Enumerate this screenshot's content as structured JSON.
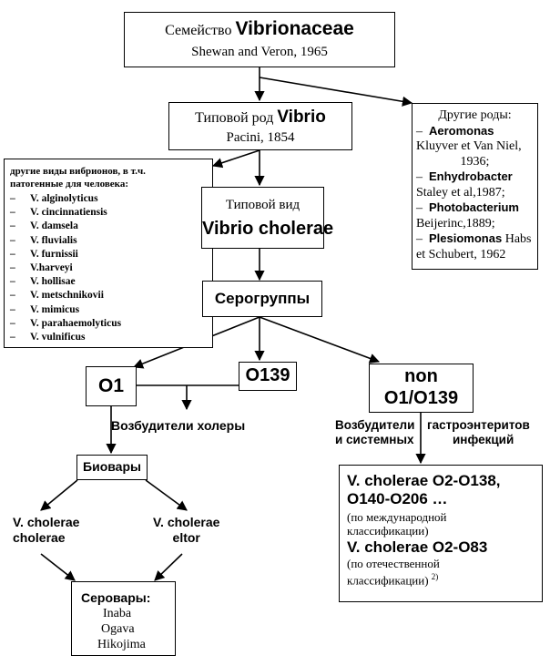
{
  "family": {
    "label": "Семейство",
    "name": "Vibrionaceae",
    "author": "Shewan and Veron, 1965"
  },
  "genus": {
    "label": "Типовой род",
    "name": "Vibrio",
    "author": "Pacini, 1854"
  },
  "other_genera": {
    "title": "Другие роды:",
    "items": [
      {
        "dash": "–",
        "name": "Aeromonas",
        "author_1": "Kluyver et Van Niel,",
        "author_2": "1936;"
      },
      {
        "dash": "–",
        "name": "Enhydrobacter",
        "author_1": "Staley et al,1987;"
      },
      {
        "dash": "–",
        "name": "Photobacterium",
        "author_1": "Beijerinc,1889;"
      },
      {
        "dash": "–",
        "name": "Plesiomonas",
        "name_tail": "Habs",
        "author_1": "et Schubert, 1962"
      }
    ]
  },
  "other_species": {
    "title_1": "другие виды вибрионов, в т.ч.",
    "title_2": "патогенные для человека:",
    "items": [
      {
        "dash": "–",
        "name": "V. alginolyticus"
      },
      {
        "dash": "–",
        "name": "V. cincinnatiensis"
      },
      {
        "dash": "–",
        "name": "V. damsela"
      },
      {
        "dash": "–",
        "name": "V. fluvialis"
      },
      {
        "dash": "–",
        "name": "V. furnissii"
      },
      {
        "dash": "–",
        "name": "V.harveyi"
      },
      {
        "dash": "–",
        "name": "V. hollisae"
      },
      {
        "dash": "–",
        "name": "V. metschnikovii"
      },
      {
        "dash": "–",
        "name": "V. mimicus"
      },
      {
        "dash": "–",
        "name": "V. parahaemolyticus"
      },
      {
        "dash": "–",
        "name": "V. vulnificus"
      }
    ]
  },
  "type_species": {
    "label": "Типовой вид",
    "name": "Vibrio cholerae"
  },
  "serogroups": {
    "label": "Серогруппы"
  },
  "o1": {
    "label": "O1"
  },
  "o139": {
    "label": "O139"
  },
  "non": {
    "line_1": "non",
    "line_2": "O1/O139"
  },
  "cholera_agents": {
    "label": "Возбудители холеры"
  },
  "gastro": {
    "left_1": "Возбудители",
    "left_2": "и системных",
    "right_1": "гастроэнтеритов",
    "right_2": "инфекций"
  },
  "biovars": {
    "label": "Биовары"
  },
  "biovar_cholerae": {
    "line_1": "V. cholerae",
    "line_2": "cholerae"
  },
  "biovar_eltor": {
    "line_1": "V. cholerae",
    "line_2": "eltor"
  },
  "serovars": {
    "title": "Серовары:",
    "items": [
      "Inaba",
      "Ogava",
      "Hikojima"
    ]
  },
  "non_box": {
    "line_1": "V. cholerae O2-O138,",
    "line_2": "O140-O206 …",
    "note_1": "(по международной",
    "note_2": "классификации)",
    "line_3": "V. cholerae O2-O83",
    "note_3": "(по отечественной",
    "note_4": "классификации)",
    "footnote": "2)"
  }
}
